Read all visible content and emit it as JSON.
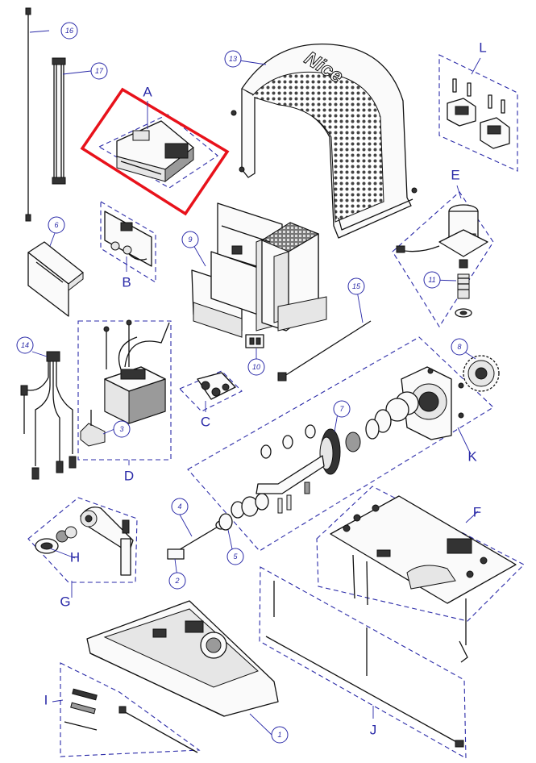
{
  "diagram": {
    "brand_text": "Nice",
    "callouts": [
      "1",
      "2",
      "3",
      "4",
      "5",
      "6",
      "7",
      "8",
      "9",
      "10",
      "11",
      "13",
      "14",
      "15",
      "16",
      "17"
    ],
    "group_letters": [
      "A",
      "B",
      "C",
      "D",
      "E",
      "F",
      "G",
      "H",
      "I",
      "J",
      "K",
      "L"
    ],
    "colors": {
      "callout": "#2a2aa8",
      "highlight": "#e8121b",
      "line_art": "#111111"
    }
  }
}
